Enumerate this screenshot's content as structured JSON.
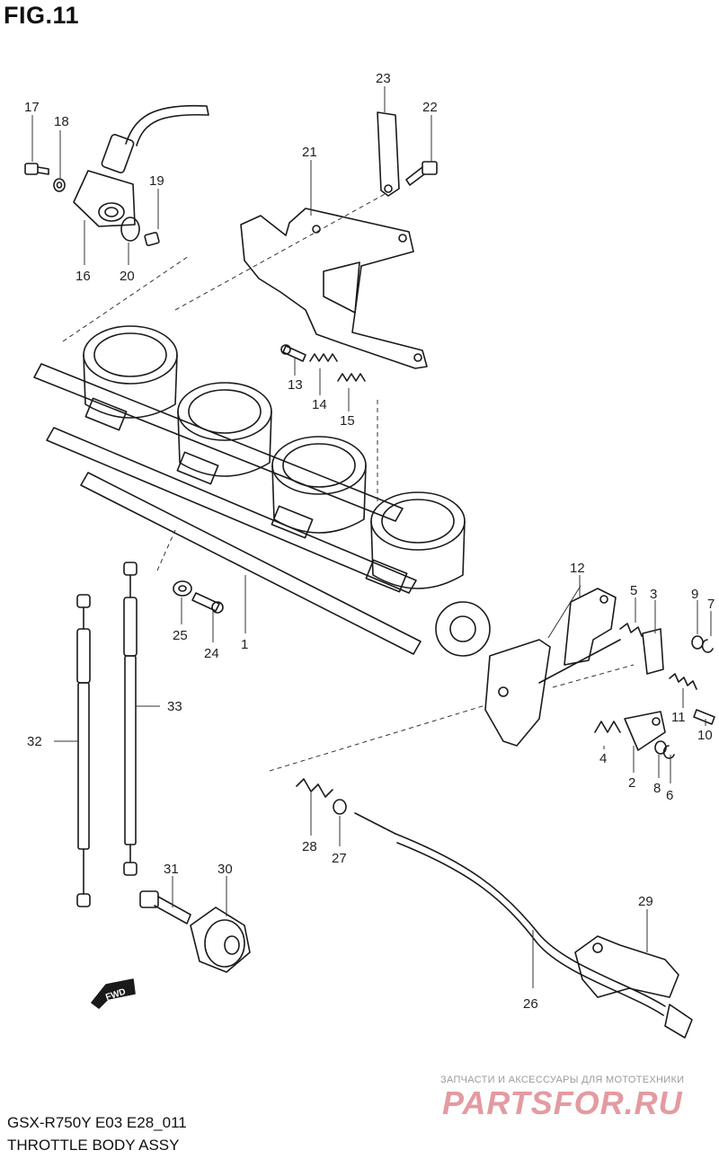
{
  "figure": {
    "title": "FIG.11"
  },
  "footer": {
    "model_code": "GSX-R750Y E03 E28_011",
    "assembly_name": "THROTTLE BODY ASSY"
  },
  "direction_tag": "FWD",
  "watermark": {
    "caption": "ЗАПЧАСТИ И АКСЕССУАРЫ ДЛЯ МОТОТЕХНИКИ",
    "logo": "PARTSFOR.RU"
  },
  "parts": [
    {
      "id": "p1",
      "label": "1"
    },
    {
      "id": "p2",
      "label": "2"
    },
    {
      "id": "p3",
      "label": "3"
    },
    {
      "id": "p4",
      "label": "4"
    },
    {
      "id": "p5",
      "label": "5"
    },
    {
      "id": "p6",
      "label": "6"
    },
    {
      "id": "p7",
      "label": "7"
    },
    {
      "id": "p8",
      "label": "8"
    },
    {
      "id": "p9",
      "label": "9"
    },
    {
      "id": "p10",
      "label": "10"
    },
    {
      "id": "p11",
      "label": "11"
    },
    {
      "id": "p12",
      "label": "12"
    },
    {
      "id": "p13",
      "label": "13"
    },
    {
      "id": "p14",
      "label": "14"
    },
    {
      "id": "p15",
      "label": "15"
    },
    {
      "id": "p16",
      "label": "16"
    },
    {
      "id": "p17",
      "label": "17"
    },
    {
      "id": "p18",
      "label": "18"
    },
    {
      "id": "p19",
      "label": "19"
    },
    {
      "id": "p20",
      "label": "20"
    },
    {
      "id": "p21",
      "label": "21"
    },
    {
      "id": "p22",
      "label": "22"
    },
    {
      "id": "p23",
      "label": "23"
    },
    {
      "id": "p24",
      "label": "24"
    },
    {
      "id": "p25",
      "label": "25"
    },
    {
      "id": "p26",
      "label": "26"
    },
    {
      "id": "p27",
      "label": "27"
    },
    {
      "id": "p28",
      "label": "28"
    },
    {
      "id": "p29",
      "label": "29"
    },
    {
      "id": "p30",
      "label": "30"
    },
    {
      "id": "p31",
      "label": "31"
    },
    {
      "id": "p32",
      "label": "32"
    },
    {
      "id": "p33",
      "label": "33"
    }
  ]
}
